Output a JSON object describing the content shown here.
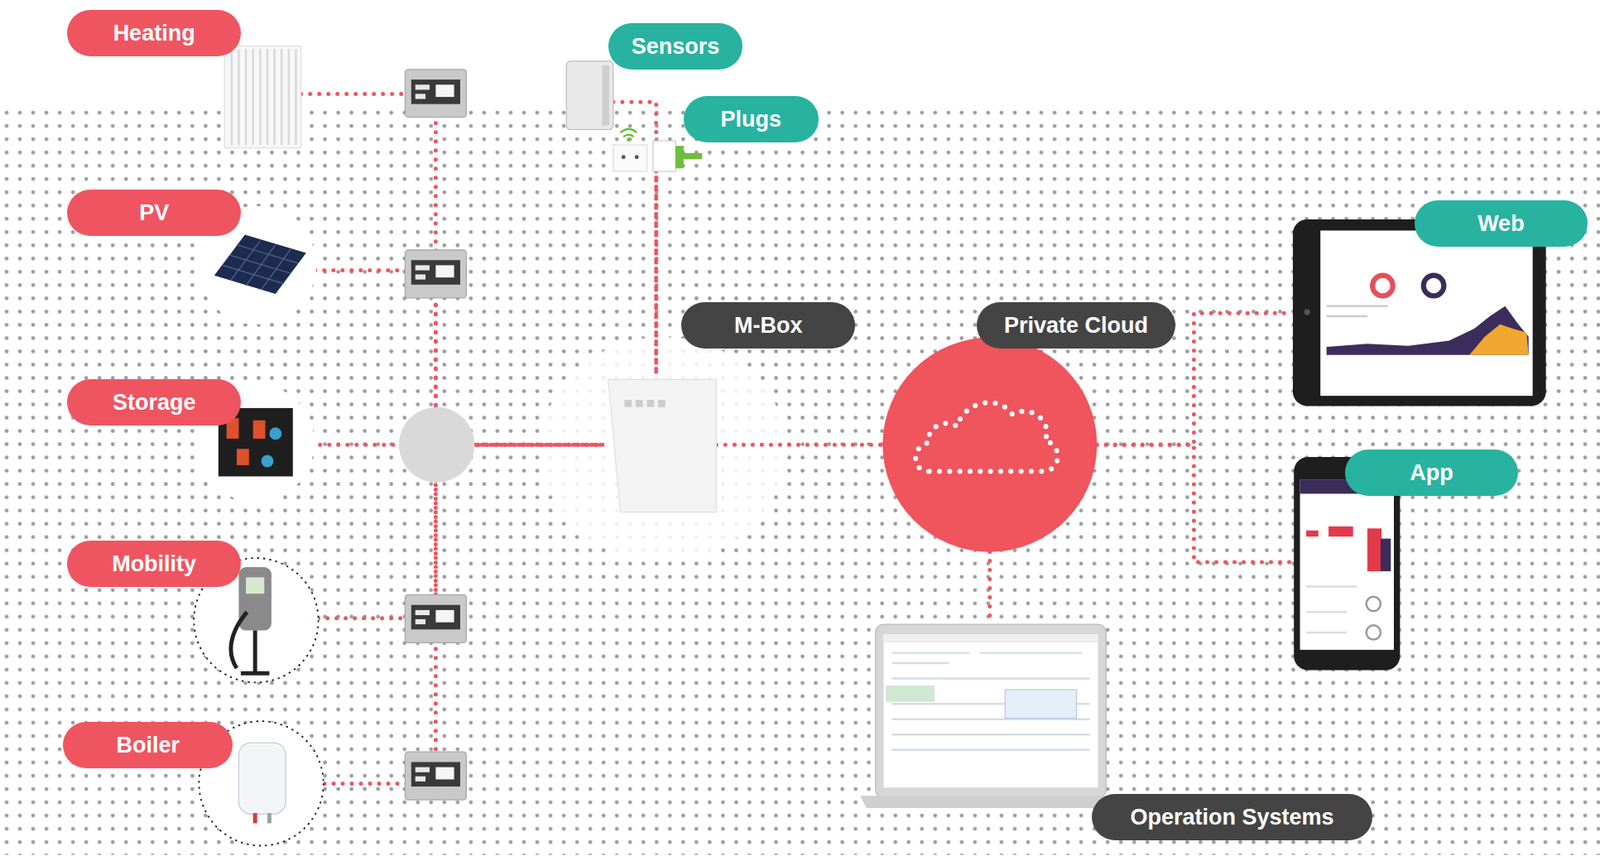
{
  "diagram": {
    "nodes": [
      {
        "text": [
          "Heating"
        ]
      },
      {
        "text": [
          "PV"
        ]
      },
      {
        "text": [
          "Storage"
        ]
      },
      {
        "text": [
          "Mobility"
        ]
      },
      {
        "text": [
          "Boiler"
        ]
      },
      {
        "text": [
          "Sensors"
        ]
      },
      {
        "text": [
          "Plugs"
        ]
      },
      {
        "text": [
          "M-Box"
        ]
      },
      {
        "text": [
          "Private Cloud"
        ]
      },
      {
        "text": [
          "Web"
        ]
      },
      {
        "text": [
          "App"
        ]
      },
      {
        "text": [
          "Operation Systems"
        ]
      }
    ],
    "edges": [
      {
        "from": 0,
        "to": 7,
        "arrow": "none"
      },
      {
        "from": 1,
        "to": 7,
        "arrow": "none"
      },
      {
        "from": 2,
        "to": 7,
        "arrow": "none"
      },
      {
        "from": 3,
        "to": 7,
        "arrow": "none"
      },
      {
        "from": 4,
        "to": 7,
        "arrow": "none"
      },
      {
        "from": 5,
        "to": 7,
        "arrow": "none"
      },
      {
        "from": 6,
        "to": 7,
        "arrow": "none"
      },
      {
        "from": 7,
        "to": 8,
        "arrow": "none"
      },
      {
        "from": 8,
        "to": 9,
        "arrow": "none"
      },
      {
        "from": 8,
        "to": 10,
        "arrow": "none"
      },
      {
        "from": 8,
        "to": 11,
        "arrow": "none"
      }
    ]
  }
}
